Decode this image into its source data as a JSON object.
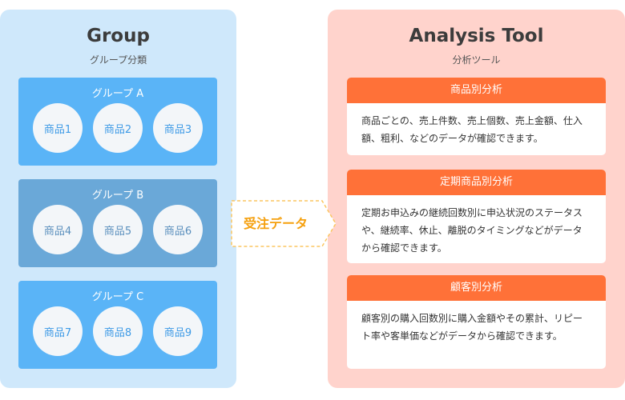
{
  "group_panel": {
    "title": "Group",
    "subtitle": "グループ分類",
    "groups": [
      {
        "label": "グループ A",
        "items": [
          "商品1",
          "商品2",
          "商品3"
        ]
      },
      {
        "label": "グループ B",
        "items": [
          "商品4",
          "商品5",
          "商品6"
        ]
      },
      {
        "label": "グループ C",
        "items": [
          "商品7",
          "商品8",
          "商品9"
        ]
      }
    ]
  },
  "connector": {
    "label": "受注データ"
  },
  "analysis_panel": {
    "title": "Analysis Tool",
    "subtitle": "分析ツール",
    "cards": [
      {
        "title": "商品別分析",
        "body": "商品ごとの、売上件数、売上個数、売上金額、仕入額、粗利、などのデータが確認できます。"
      },
      {
        "title": "定期商品別分析",
        "body": "定期お申込みの継続回数別に申込状況のステータスや、継続率、休止、離脱のタイミングなどがデータから確認できます。"
      },
      {
        "title": "顧客別分析",
        "body": "顧客別の購入回数別に購入金額やその累計、リピート率や客単価などがデータから確認できます。"
      }
    ]
  },
  "colors": {
    "left_bg": "#cfe8fb",
    "group_blue": "#5ab4f7",
    "group_b": "#6aa8d8",
    "right_bg": "#ffd3cc",
    "orange": "#ff7138",
    "connector": "#f5a00e"
  }
}
